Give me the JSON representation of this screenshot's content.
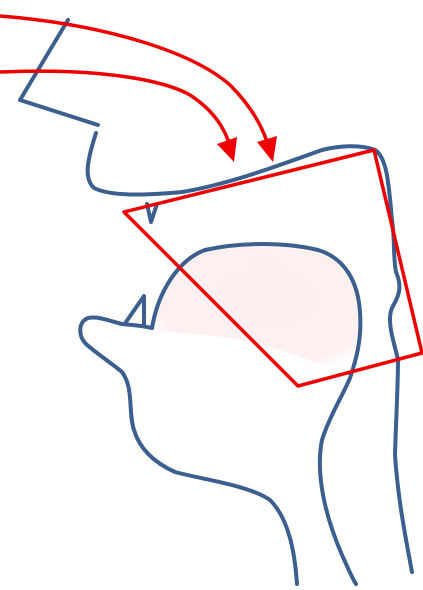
{
  "diagram": {
    "colors": {
      "outline": "#3b5f8f",
      "annotation": "#ee0000",
      "highlight_fill": "#fdeeee"
    },
    "elements": [
      {
        "name": "head-neck-profile",
        "icon": "head-profile-outline"
      },
      {
        "name": "tongue-region",
        "icon": "shaded-blob"
      },
      {
        "name": "incoming-arrows",
        "icon": "curved-arrows",
        "count": 2
      },
      {
        "name": "rotated-square",
        "icon": "square-outline"
      }
    ]
  }
}
